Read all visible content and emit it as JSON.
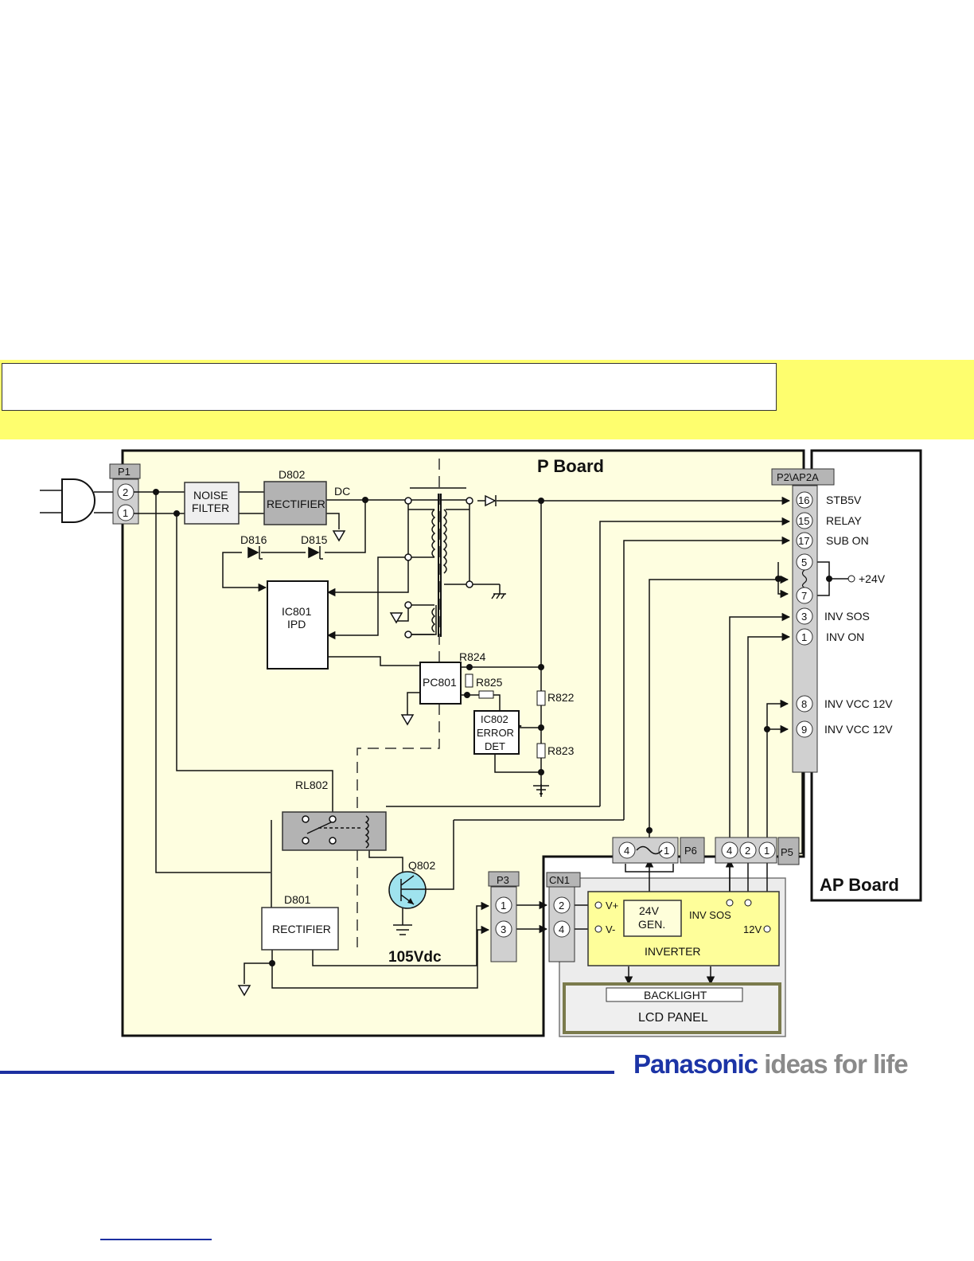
{
  "colors": {
    "banner": "#fefe6e",
    "board_fill": "#fefee0",
    "footer_rule": "#1c2fa0",
    "brand_blue": "#1c34a6",
    "brand_gray": "#8a8a8a",
    "transistor": "#9fe3ee"
  },
  "diagram": {
    "p_board": "P Board",
    "ap_board": "AP Board",
    "connectors": {
      "p1": "P1",
      "p2": "P2\\AP2A",
      "p3": "P3",
      "p5": "P5",
      "p6": "P6",
      "cn1": "CN1"
    },
    "blocks": {
      "noise_filter": [
        "NOISE",
        "FILTER"
      ],
      "rectifier_top": "RECTIFIER",
      "rectifier_bottom": "RECTIFIER",
      "ic801": [
        "IC801",
        "IPD"
      ],
      "pc801": "PC801",
      "ic802": [
        "IC802",
        "ERROR",
        "DET"
      ],
      "gen24": [
        "24V",
        "GEN."
      ],
      "inverter": "INVERTER",
      "backlight": "BACKLIGHT",
      "lcd_panel": "LCD PANEL"
    },
    "parts": {
      "d802": "D802",
      "dc": "DC",
      "d816": "D816",
      "d815": "D815",
      "r824": "R824",
      "r825": "R825",
      "r822": "R822",
      "r823": "R823",
      "rl802": "RL802",
      "q802": "Q802",
      "d801": "D801",
      "vdc": "105Vdc",
      "vplus": "V+",
      "vminus": "V-",
      "inv_sos_inner": "INV SOS",
      "v12_inner": "12V"
    },
    "p1_pins": [
      "2",
      "1"
    ],
    "p3_pins": [
      "1",
      "3"
    ],
    "cn1_pins": [
      "2",
      "4"
    ],
    "p6_pins": [
      "4",
      "1"
    ],
    "p5_pins": [
      "4",
      "2",
      "1"
    ],
    "p2_pins": [
      {
        "pin": "16",
        "label": "STB5V"
      },
      {
        "pin": "15",
        "label": "RELAY"
      },
      {
        "pin": "17",
        "label": "SUB ON"
      },
      {
        "pin": "5",
        "label": ""
      },
      {
        "pin": "7",
        "label": ""
      },
      {
        "pin": "3",
        "label": "INV SOS"
      },
      {
        "pin": "1",
        "label": "INV ON"
      },
      {
        "pin": "8",
        "label": "INV VCC 12V"
      },
      {
        "pin": "9",
        "label": "INV VCC 12V"
      }
    ],
    "plus24": "+24V"
  },
  "footer": {
    "brand": "Panasonic",
    "tagline": "ideas for life"
  }
}
